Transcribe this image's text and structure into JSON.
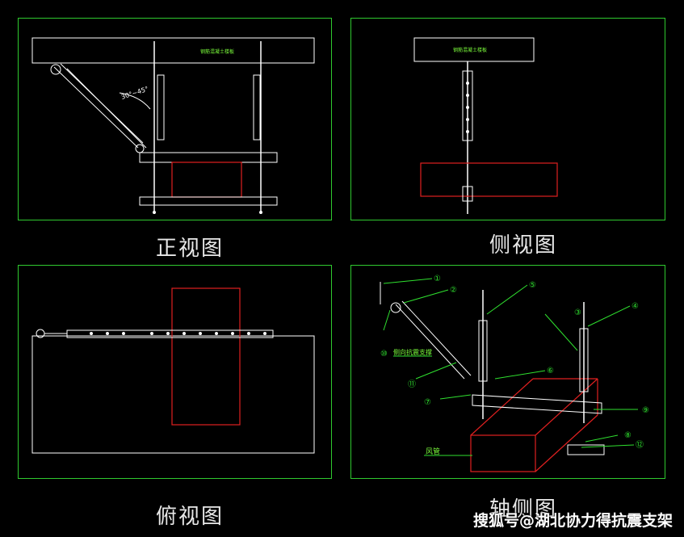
{
  "captions": {
    "front": "正视图",
    "side": "侧视图",
    "top": "俯视图",
    "axial": "轴侧图"
  },
  "front_view": {
    "beam_label": "钢筋混凝土楼板",
    "angle_label": "30°~45°"
  },
  "side_view": {
    "beam_label": "钢筋混凝土楼板"
  },
  "axial_view": {
    "duct_label": "风管",
    "brace_label": "侧向抗震支撑",
    "callouts": [
      "①",
      "②",
      "③",
      "④",
      "⑤",
      "⑥",
      "⑦",
      "⑧",
      "⑨",
      "⑩",
      "⑪",
      "⑫"
    ]
  },
  "watermark": "搜狐号@湖北协力得抗震支架",
  "colors": {
    "frame": "#2fc92f",
    "line": "#ffffff",
    "duct": "#e02020",
    "leader": "#2fe02f",
    "label": "#7cff3c"
  }
}
